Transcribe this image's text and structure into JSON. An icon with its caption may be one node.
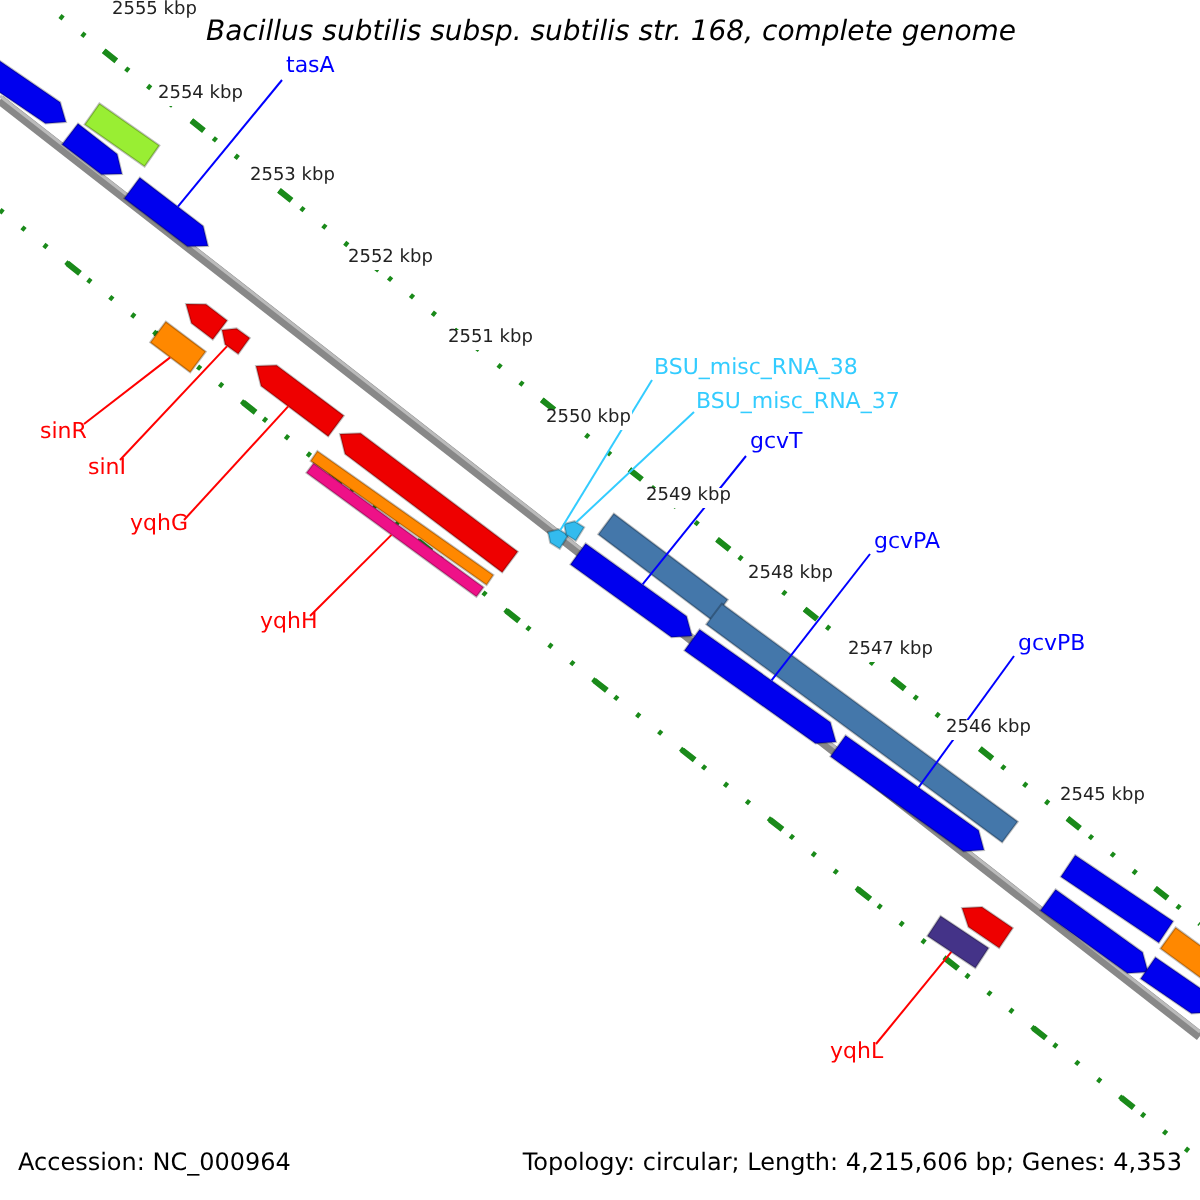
{
  "diagram": {
    "title": "Bacillus subtilis subsp. subtilis str. 168, complete genome",
    "nodes": [
      {
        "text": [
          "tasA"
        ]
      },
      {
        "text": [
          "sinR"
        ]
      },
      {
        "text": [
          "sinI"
        ]
      },
      {
        "text": [
          "yqhG"
        ]
      },
      {
        "text": [
          "yqhH"
        ]
      },
      {
        "text": [
          "BSU_misc_RNA_38"
        ]
      },
      {
        "text": [
          "BSU_misc_RNA_37"
        ]
      },
      {
        "text": [
          "gcvT"
        ]
      },
      {
        "text": [
          "gcvPA"
        ]
      },
      {
        "text": [
          "gcvPB"
        ]
      },
      {
        "text": [
          "yqhL"
        ]
      },
      {
        "text": [],
        "shape": "arrow"
      },
      {
        "text": [],
        "shape": "bar"
      },
      {
        "text": [],
        "shape": "arrow"
      },
      {
        "text": [],
        "shape": "arrow"
      },
      {
        "text": [],
        "shape": "arrow"
      },
      {
        "text": [],
        "shape": "arrow"
      },
      {
        "text": [],
        "shape": "bar"
      },
      {
        "text": [],
        "shape": "arrow"
      },
      {
        "text": [],
        "shape": "arrow"
      },
      {
        "text": [],
        "shape": "bar"
      },
      {
        "text": [],
        "shape": "bar"
      },
      {
        "text": [],
        "shape": "arrow"
      },
      {
        "text": [],
        "shape": "arrow"
      },
      {
        "text": [],
        "shape": "bar"
      },
      {
        "text": [],
        "shape": "bar"
      },
      {
        "text": [],
        "shape": "arrow"
      },
      {
        "text": [],
        "shape": "arrow"
      },
      {
        "text": [],
        "shape": "arrow"
      },
      {
        "text": [],
        "shape": "arrow"
      },
      {
        "text": [],
        "shape": "bar"
      },
      {
        "text": [],
        "shape": "bar"
      },
      {
        "text": [],
        "shape": "arrow"
      },
      {
        "text": [],
        "shape": "bar"
      },
      {
        "text": [],
        "shape": "arrow"
      }
    ],
    "edges": [
      {
        "from": 0,
        "to": 14,
        "arrow": "none",
        "color": "#0000ff"
      },
      {
        "from": 1,
        "to": 17,
        "arrow": "none"
      },
      {
        "from": 2,
        "to": 16,
        "arrow": "none"
      },
      {
        "from": 3,
        "to": 18,
        "arrow": "none"
      },
      {
        "from": 4,
        "to": 21,
        "arrow": "none"
      },
      {
        "from": 5,
        "to": 22,
        "arrow": "none",
        "color": "#33ccff"
      },
      {
        "from": 6,
        "to": 23,
        "arrow": "none",
        "color": "#33ccff"
      },
      {
        "from": 7,
        "to": 26,
        "arrow": "none",
        "color": "#0000ff"
      },
      {
        "from": 8,
        "to": 27,
        "arrow": "none",
        "color": "#0000ff"
      },
      {
        "from": 9,
        "to": 28,
        "arrow": "none",
        "color": "#0000ff"
      },
      {
        "from": 10,
        "to": 30,
        "arrow": "none"
      }
    ],
    "labels": [
      "2555 kbp",
      "2554 kbp",
      "2553 kbp",
      "2552 kbp",
      "2551 kbp",
      "2550 kbp",
      "2549 kbp",
      "2548 kbp",
      "2547 kbp",
      "2546 kbp",
      "2545 kbp",
      "Accession: NC_000964",
      "Topology: circular; Length: 4,215,606 bp; Genes: 4,353"
    ]
  }
}
